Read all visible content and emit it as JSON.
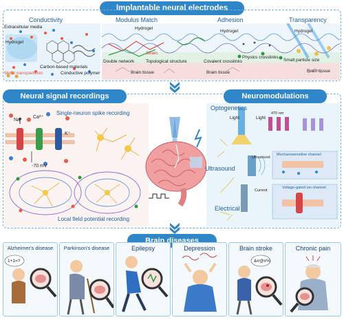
{
  "top": {
    "title": "Implantable neural electrodes",
    "sections": {
      "conductivity": "Conductivity",
      "modulus": "Modulus Match",
      "adhesion": "Adhesion",
      "transparency": "Transparency"
    },
    "labels": {
      "extracellular": "Extracellular media",
      "hydrogel": "Hydrogel",
      "metal_np": "Metal nanoparticles",
      "carbon": "Carbon-based materials",
      "cond_poly": "Conductive polymer",
      "double_network": "Double network",
      "topological": "Topological structure",
      "strain": "Strain",
      "covalent": "Covalent crosslinks",
      "physics": "Physics crosslinks",
      "brain_tissue": "Brain tissue",
      "small_particle": "Small particle size"
    }
  },
  "middle": {
    "recordings_title": "Neural signal recordings",
    "neuromod_title": "Neuromodulations",
    "single_neuron": "Single-neuron spike recording",
    "lfp": "Local field potential recording",
    "voltage": "-70 mV",
    "ions": {
      "na": "Na⁺",
      "ca": "Ca²⁺",
      "k": "K⁺"
    },
    "optogenetics": "Optogenetics",
    "ultrasound": "Ultrasound",
    "electrical": "Electrical",
    "light": "Light",
    "wavelength": "470 nm",
    "mechano": "Mechanosensitive channel",
    "current": "Current",
    "voltage_gated": "Voltage-gated ion channel"
  },
  "bottom": {
    "title": "Brain diseases",
    "diseases": [
      "Alzheimer's disease",
      "Parkinson's disease",
      "Epilepsy",
      "Depression",
      "Brain stroke",
      "Chronic pain"
    ],
    "speech": {
      "alz": "1+1=?",
      "stroke": "&#@#%"
    }
  }
}
